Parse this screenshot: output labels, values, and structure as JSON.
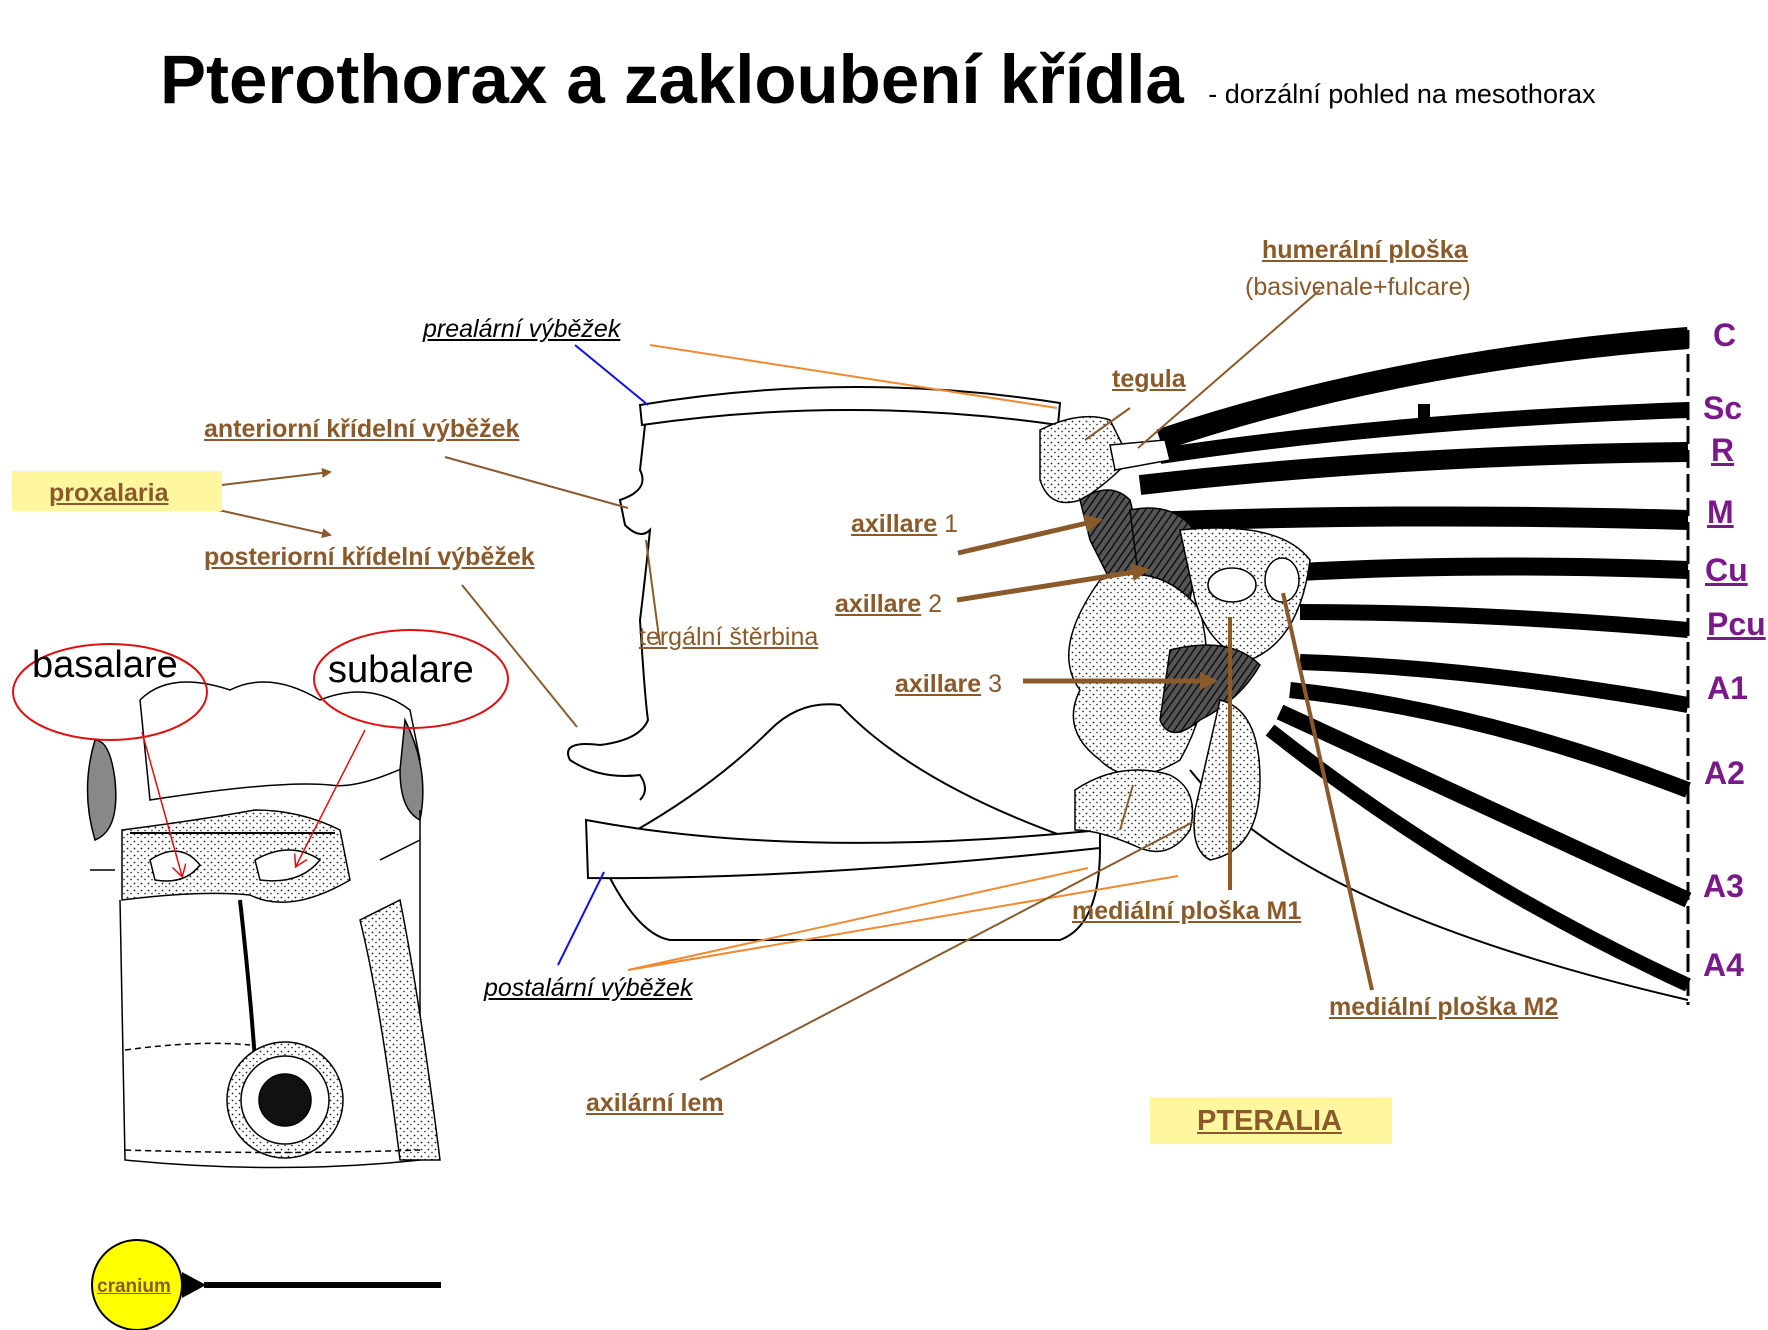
{
  "title": {
    "main": "Pterothorax a zakloubení křídla",
    "sub": "- dorzální pohled na mesothorax"
  },
  "labels": {
    "humeralni": "humerální ploška",
    "humeralni_sub": "(basivenale+fulcare)",
    "prealarni": "prealární výběžek",
    "tegula": "tegula",
    "anteriorni": "anteriorní křídelní výběžek",
    "proxalaria": "proxalaria",
    "posteriorni": "posteriorní křídelní výběžek",
    "axillare_word": "axillare",
    "ax1_num": "1",
    "ax2_num": "2",
    "ax3_num": "3",
    "tergalni": "tergální štěrbina",
    "basalare": "basalare",
    "subalare": "subalare",
    "medialni_m1": "mediální ploška M1",
    "medialni_m2": "mediální ploška M2",
    "postalarni": "postalární výběžek",
    "axilarni_lem": "axilární lem",
    "pteralia": "PTERALIA",
    "cranium": "cranium"
  },
  "veins": [
    "C",
    "Sc",
    "R",
    "M",
    "Cu",
    "Pcu",
    "A1",
    "A2",
    "A3",
    "A4"
  ],
  "colors": {
    "label_brown": "#8a5a2b",
    "vein_purple": "#7a1a8a",
    "highlight_yellow": "#fff7a0",
    "cranium_yellow": "#ffff00",
    "pointer_orange": "#f08a30",
    "pointer_blue": "#1010ee",
    "pointer_red": "#e01010"
  }
}
